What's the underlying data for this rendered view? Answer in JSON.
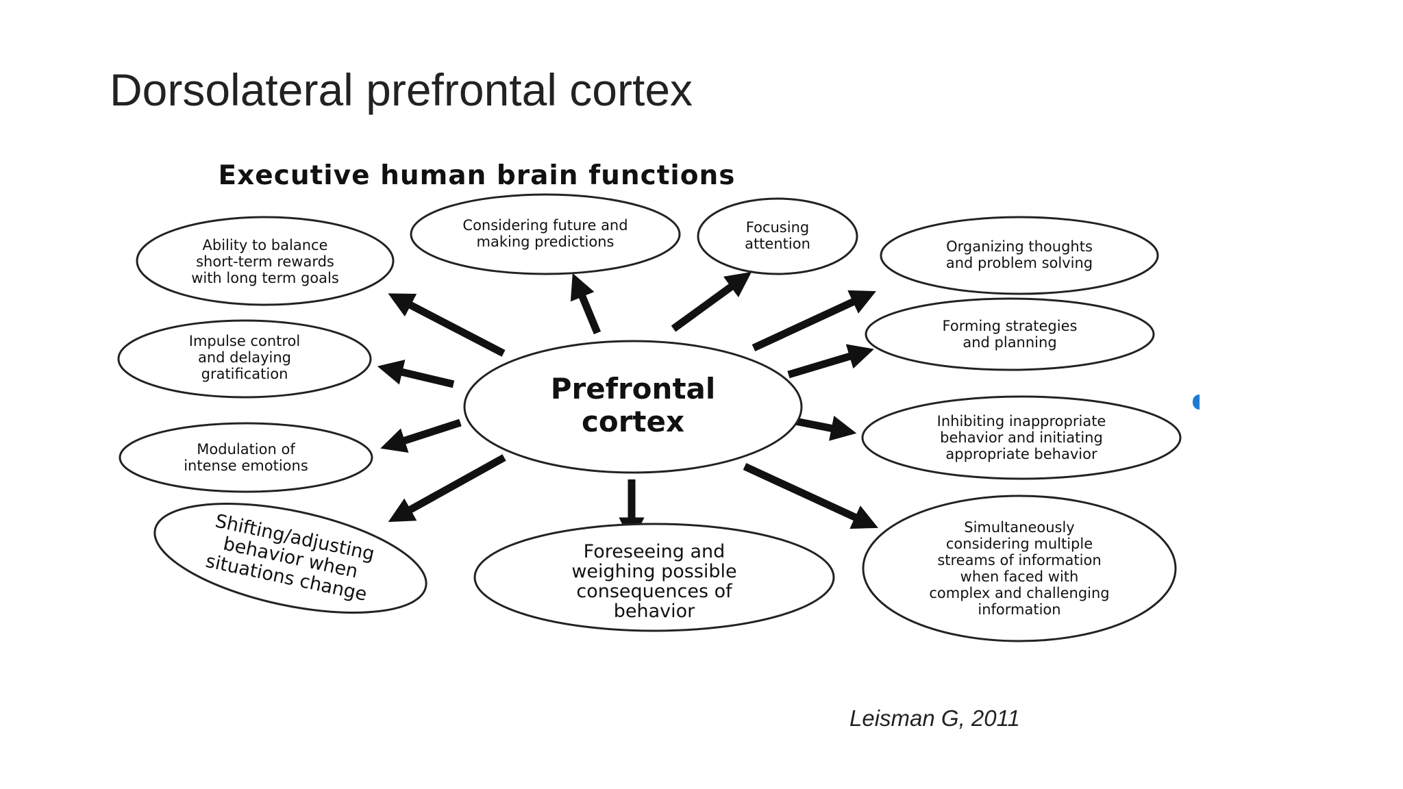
{
  "slide": {
    "title": "Dorsolateral prefrontal cortex",
    "citation": "Leisman G, 2011"
  },
  "diagram": {
    "title": "Executive human brain functions",
    "center_lines": [
      "Prefrontal",
      "cortex"
    ],
    "nodes": [
      {
        "id": "balance",
        "lines": [
          "Ability to balance",
          "short-term rewards",
          "with long term goals"
        ]
      },
      {
        "id": "future",
        "lines": [
          "Considering future and",
          "making predictions"
        ]
      },
      {
        "id": "focus",
        "lines": [
          "Focusing",
          "attention"
        ]
      },
      {
        "id": "organizing",
        "lines": [
          "Organizing thoughts",
          "and problem solving"
        ]
      },
      {
        "id": "impulse",
        "lines": [
          "Impulse control",
          "and delaying",
          "gratification"
        ]
      },
      {
        "id": "strategies",
        "lines": [
          "Forming strategies",
          "and planning"
        ]
      },
      {
        "id": "modulation",
        "lines": [
          "Modulation of",
          "intense emotions"
        ]
      },
      {
        "id": "inhibiting",
        "lines": [
          "Inhibiting inappropriate",
          "behavior and initiating",
          "appropriate behavior"
        ]
      },
      {
        "id": "shifting",
        "lines": [
          "Shifting/adjusting",
          "behavior when",
          "situations change"
        ]
      },
      {
        "id": "foreseeing",
        "lines": [
          "Foreseeing and",
          "weighing possible",
          "consequences of",
          "behavior"
        ]
      },
      {
        "id": "simultaneously",
        "lines": [
          "Simultaneously",
          "considering multiple",
          "streams of information",
          "when faced with",
          "complex and challenging",
          "information"
        ]
      }
    ]
  }
}
